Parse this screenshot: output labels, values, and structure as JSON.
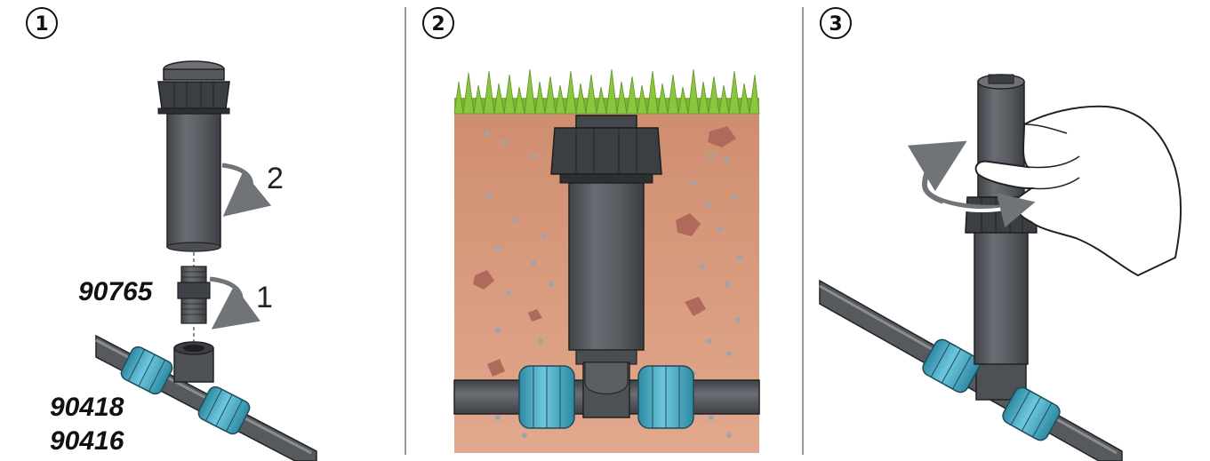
{
  "steps": [
    {
      "number": "1"
    },
    {
      "number": "2"
    },
    {
      "number": "3"
    }
  ],
  "panel1": {
    "part_labels": [
      "90765",
      "90418",
      "90416"
    ],
    "arrow_numbers": [
      "2",
      "1"
    ]
  },
  "colors": {
    "pipe": "#5b5e63",
    "pipe_dark": "#3d4045",
    "coupling_blue": "#4fb5cf",
    "soil": "#d8987a",
    "grass": "#8cc63f",
    "rock": "#b06a5b",
    "pebble": "#9ea4aa",
    "divider": "#555555"
  }
}
